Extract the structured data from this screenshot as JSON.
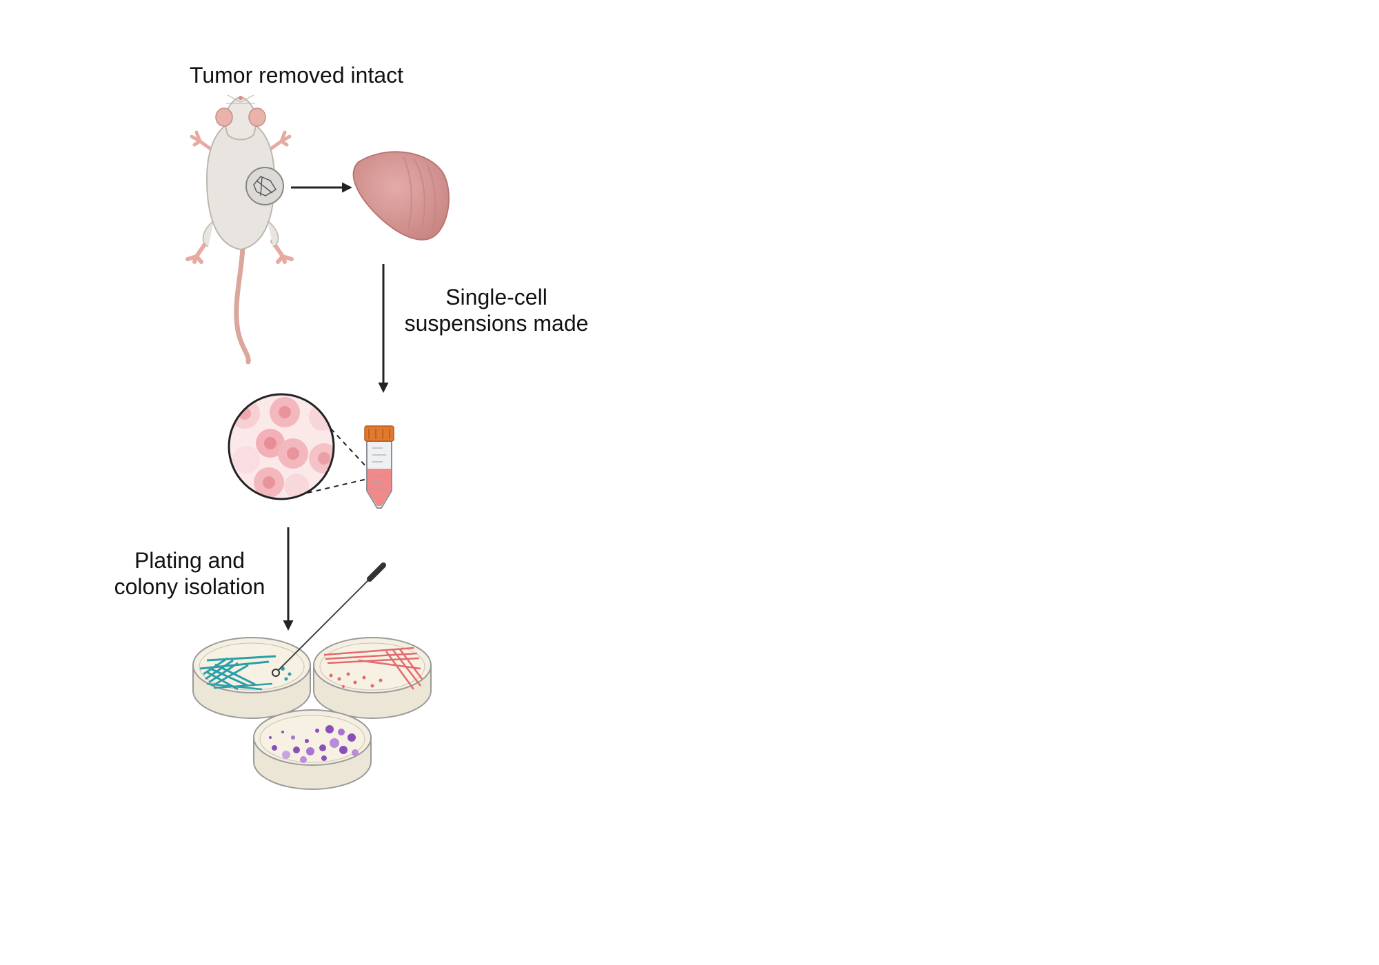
{
  "labels": {
    "step1": "Tumor removed intact",
    "step2_line1": "Single-cell",
    "step2_line2": "suspensions made",
    "step3_line1": "Plating and",
    "step3_line2": "colony isolation"
  },
  "icons": [
    "mouse-icon",
    "tumor-icon",
    "cell-magnifier-icon",
    "conical-tube-icon",
    "inoculation-loop-icon",
    "petri-dish-icon"
  ],
  "colors": {
    "mouse_body": "#e8e4df",
    "mouse_pink": "#e6aaa0",
    "tumor": "#d99a98",
    "cells": "#f3b8bd",
    "tube_cap": "#e07a2e",
    "tube_liquid": "#f08a8a",
    "colony_teal": "#2a9fa8",
    "colony_red": "#e26a6e",
    "colony_purple": "#8a4fb8",
    "arrow": "#222222"
  }
}
